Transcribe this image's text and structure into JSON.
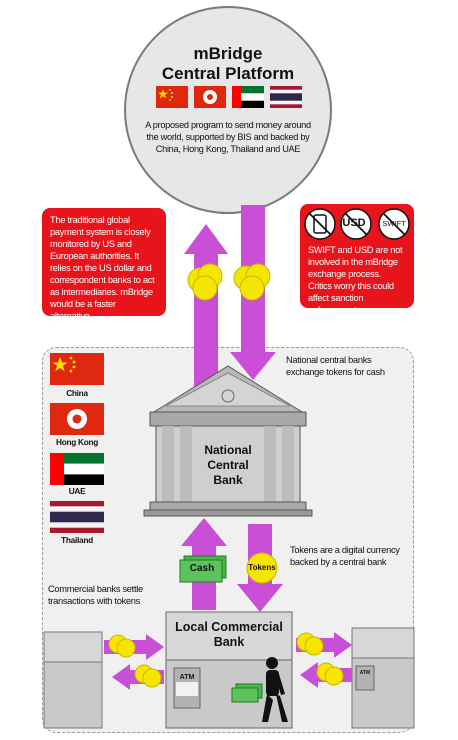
{
  "hub": {
    "title_line1": "mBridge",
    "title_line2": "Central Platform",
    "description": "A proposed program to send money around the world, supported by BIS and backed by China, Hong Kong, Thailand and UAE"
  },
  "notes": {
    "left_red": "The traditional global payment system is closely monitored by US and European authorities. It relies on the US dollar and correspondent banks to act as intermediaries. mBridge would be a faster alternative.",
    "right_red": "SWIFT and USD are not involved in the mBridge exchange process. Critics worry this could affect sanction enforcement.",
    "exchange": "National central banks exchange tokens for cash",
    "tokens_def": "Tokens are a digital currency backed by a central bank",
    "commercial": "Commercial banks settle transactions with tokens"
  },
  "icons": {
    "usd": "USD",
    "swift": "SWIFT"
  },
  "members": [
    {
      "name": "China"
    },
    {
      "name": "Hong Kong"
    },
    {
      "name": "UAE"
    },
    {
      "name": "Thailand"
    }
  ],
  "central_bank": {
    "line1": "National",
    "line2": "Central",
    "line3": "Bank"
  },
  "flows": {
    "cash_label": "Cash",
    "tokens_label": "Tokens"
  },
  "commercial_bank": {
    "line1": "Local Commercial",
    "line2": "Bank",
    "atm_label": "ATM"
  },
  "colors": {
    "magenta": "#c84fd6",
    "red": "#e8141c",
    "coin": "#f5e500",
    "cash_green": "#49b54b"
  }
}
